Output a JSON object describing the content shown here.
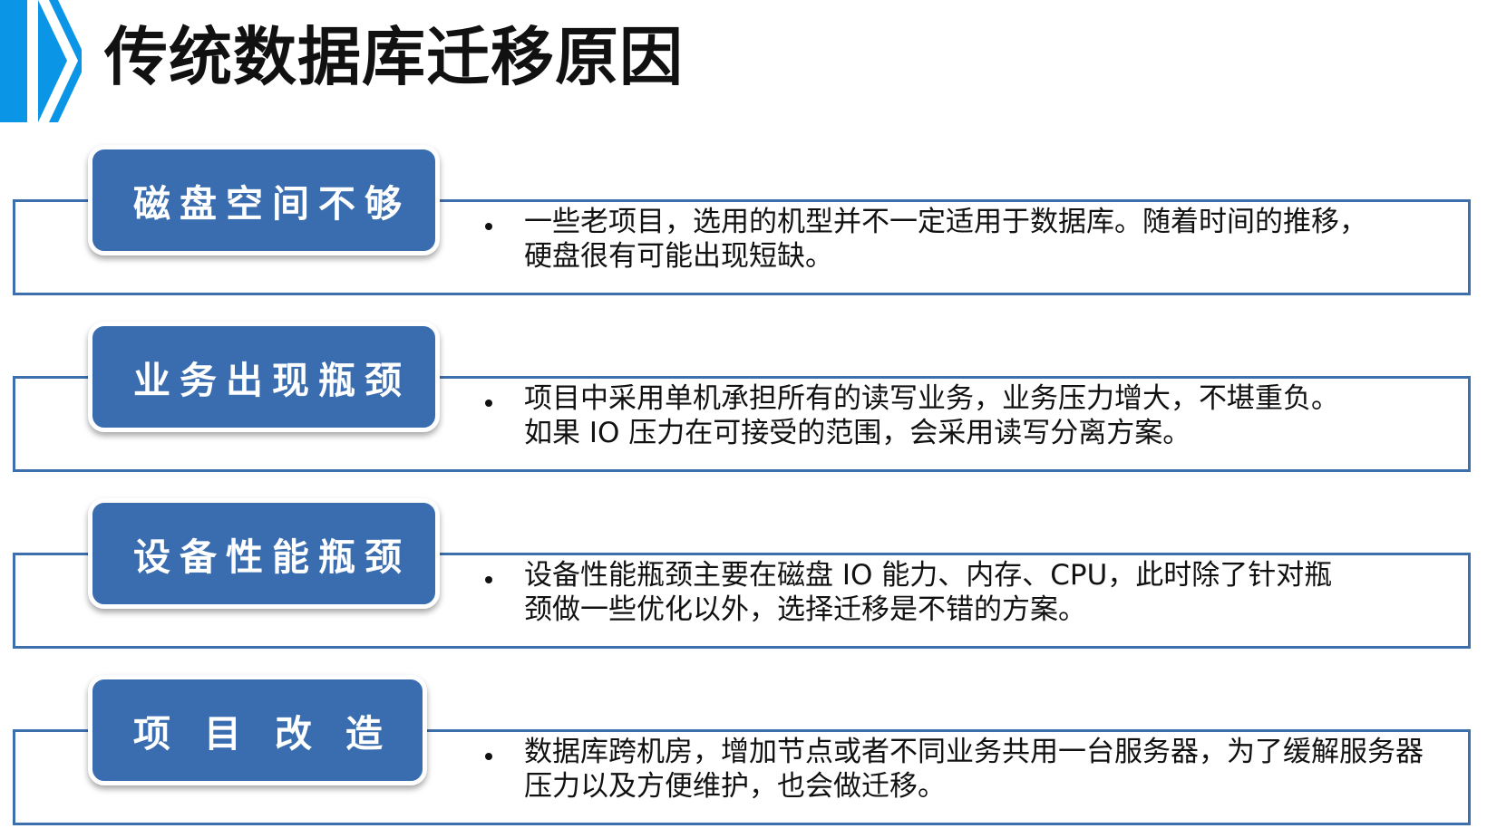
{
  "title": "传统数据库迁移原因",
  "colors": {
    "accent": "#0a95e6",
    "label_bg": "#3a6db0",
    "frame": "#3d6fad"
  },
  "sections": [
    {
      "label": "磁盘空间不够",
      "bullet": [
        "一些老项目，选用的机型并不一定适用于数据库。随着时间的推移，",
        "硬盘很有可能出现短缺。"
      ]
    },
    {
      "label": "业务出现瓶颈",
      "bullet": [
        "项目中采用单机承担所有的读写业务，业务压力增大，不堪重负。",
        "如果 IO 压力在可接受的范围，会采用读写分离方案。"
      ]
    },
    {
      "label": "设备性能瓶颈",
      "bullet": [
        "设备性能瓶颈主要在磁盘 IO 能力、内存、CPU，此时除了针对瓶",
        "颈做一些优化以外，选择迁移是不错的方案。"
      ]
    },
    {
      "label": "项目改造",
      "bullet": [
        "数据库跨机房，增加节点或者不同业务共用一台服务器，为了缓解服务器",
        "压力以及方便维护，也会做迁移。"
      ]
    }
  ]
}
